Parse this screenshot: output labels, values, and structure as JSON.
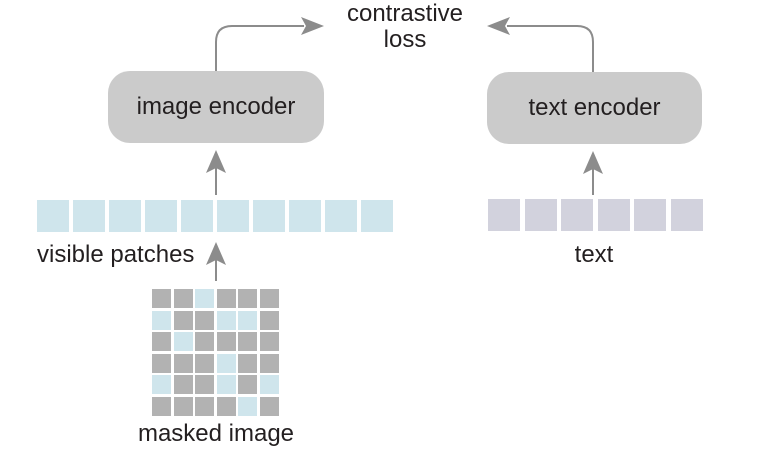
{
  "diagram": {
    "loss": {
      "line1": "contrastive",
      "line2": "loss"
    },
    "image_encoder": {
      "label": "image encoder"
    },
    "text_encoder": {
      "label": "text encoder"
    },
    "visible_patches": {
      "label": "visible patches",
      "count": 10
    },
    "text_tokens": {
      "label": "text",
      "count": 6
    },
    "masked_image": {
      "label": "masked image",
      "rows": 6,
      "cols": 6,
      "pattern": [
        "GGBGGG",
        "BGGBBG",
        "GBGGGG",
        "GGGBGG",
        "BGGBGB",
        "GGGGBG"
      ],
      "legend": {
        "G": "masked-patch",
        "B": "visible-patch"
      }
    },
    "arrows": [
      "image-encoder-to-contrastive-loss",
      "text-encoder-to-contrastive-loss",
      "visible-patches-to-image-encoder",
      "text-to-text-encoder",
      "masked-image-to-visible-patches"
    ]
  },
  "colors": {
    "background": "#ffffff",
    "ink": "#231f20",
    "arrow": "#8c8c8c",
    "encoder_box": "#cbcbcb",
    "visible_patch": "#cfe5ec",
    "text_patch": "#d2d2dd",
    "masked_patch": "#b2b2b2"
  }
}
